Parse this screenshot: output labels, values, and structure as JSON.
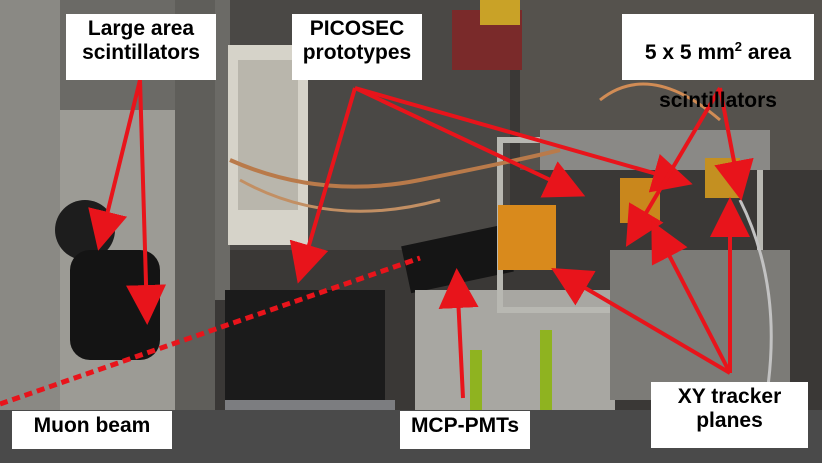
{
  "labels": {
    "large_area": "Large area\nscintillators",
    "picosec": "PICOSEC\nprototypes",
    "small_area_line1_prefix": "5 x 5 mm",
    "small_area_sup": "2",
    "small_area_line1_suffix": " area",
    "small_area_line2": "scintillators",
    "muon_beam": "Muon beam",
    "mcp_pmts": "MCP-PMTs",
    "xy_tracker": "XY tracker\nplanes"
  },
  "colors": {
    "arrow": "#e8141b",
    "label_bg": "#ffffff",
    "label_text": "#000000"
  }
}
